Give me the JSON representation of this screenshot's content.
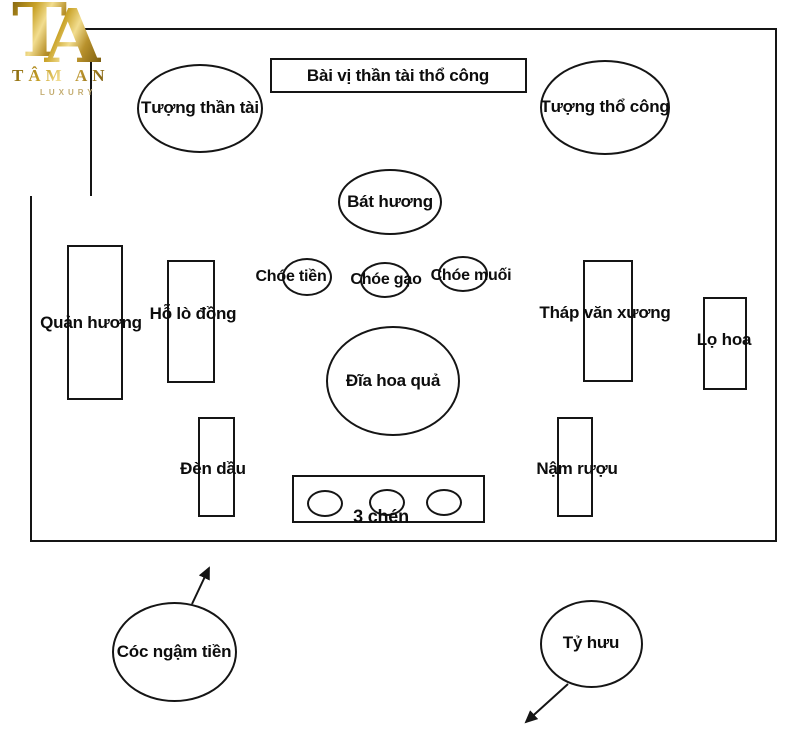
{
  "logo": {
    "letter_t": "T",
    "letter_a": "A",
    "brand": "TÂM AN",
    "tagline": "LUXURY"
  },
  "colors": {
    "gold": "#c9a227",
    "gold_light": "#f2dd8f",
    "gold_dark": "#8a6a10",
    "line": "#151515",
    "background": "#ffffff"
  },
  "altar": {
    "bai_vi": "Bài vị thần tài thổ công",
    "tuong_than_tai": "Tượng thần tài",
    "tuong_tho_cong": "Tượng thổ công",
    "bat_huong": "Bát hương",
    "choe_tien": "Chóe tiền",
    "choe_gao": "Chóe gạo",
    "choe_muoi": "Chóe muối",
    "quan_huong": "Quản hương",
    "ho_lo_dong": "Hỗ lò đồng",
    "thap_van_xuong": "Tháp văn xương",
    "lo_hoa": "Lọ hoa",
    "dia_hoa_qua": "Đĩa hoa quả",
    "den_dau": "Đèn dầu",
    "nam_ruou": "Nậm rượu",
    "ba_chen": "3 chén",
    "coc_ngam_tien": "Cóc ngậm tiền",
    "ty_huu": "Tỷ hưu"
  }
}
